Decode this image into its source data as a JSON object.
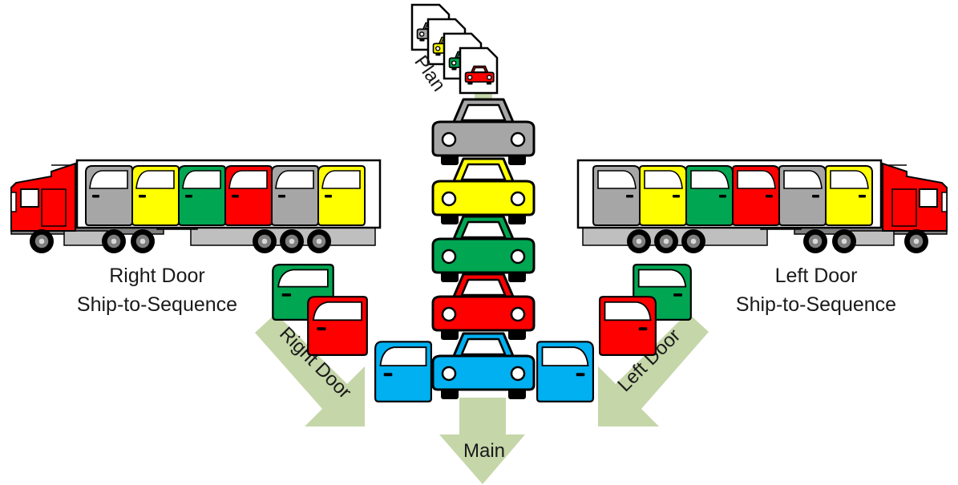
{
  "labels": {
    "plan": "Plan",
    "right_title_line1": "Right Door",
    "right_title_line2": "Ship-to-Sequence",
    "left_title_line1": "Left Door",
    "left_title_line2": "Ship-to-Sequence",
    "right_arrow": "Right Door",
    "left_arrow": "Left Door",
    "main_arrow": "Main"
  },
  "colors": {
    "red": "#ff0000",
    "yellow": "#ffff00",
    "green": "#00a651",
    "gray": "#a6a6a6",
    "blue": "#00b0f0",
    "arrow": "#c5d6a9",
    "outline": "#000000"
  },
  "plan_cards": [
    "gray",
    "yellow",
    "green",
    "red"
  ],
  "main_line": [
    "gray",
    "yellow",
    "green",
    "red",
    "blue"
  ],
  "right_truck_doors": [
    "gray",
    "yellow",
    "green",
    "red",
    "gray",
    "yellow"
  ],
  "left_truck_doors": [
    "yellow",
    "gray",
    "red",
    "green",
    "yellow",
    "gray"
  ],
  "right_door_stack": [
    "green",
    "red"
  ],
  "left_door_stack": [
    "green",
    "red"
  ],
  "installed_doors": [
    "blue",
    "blue"
  ]
}
